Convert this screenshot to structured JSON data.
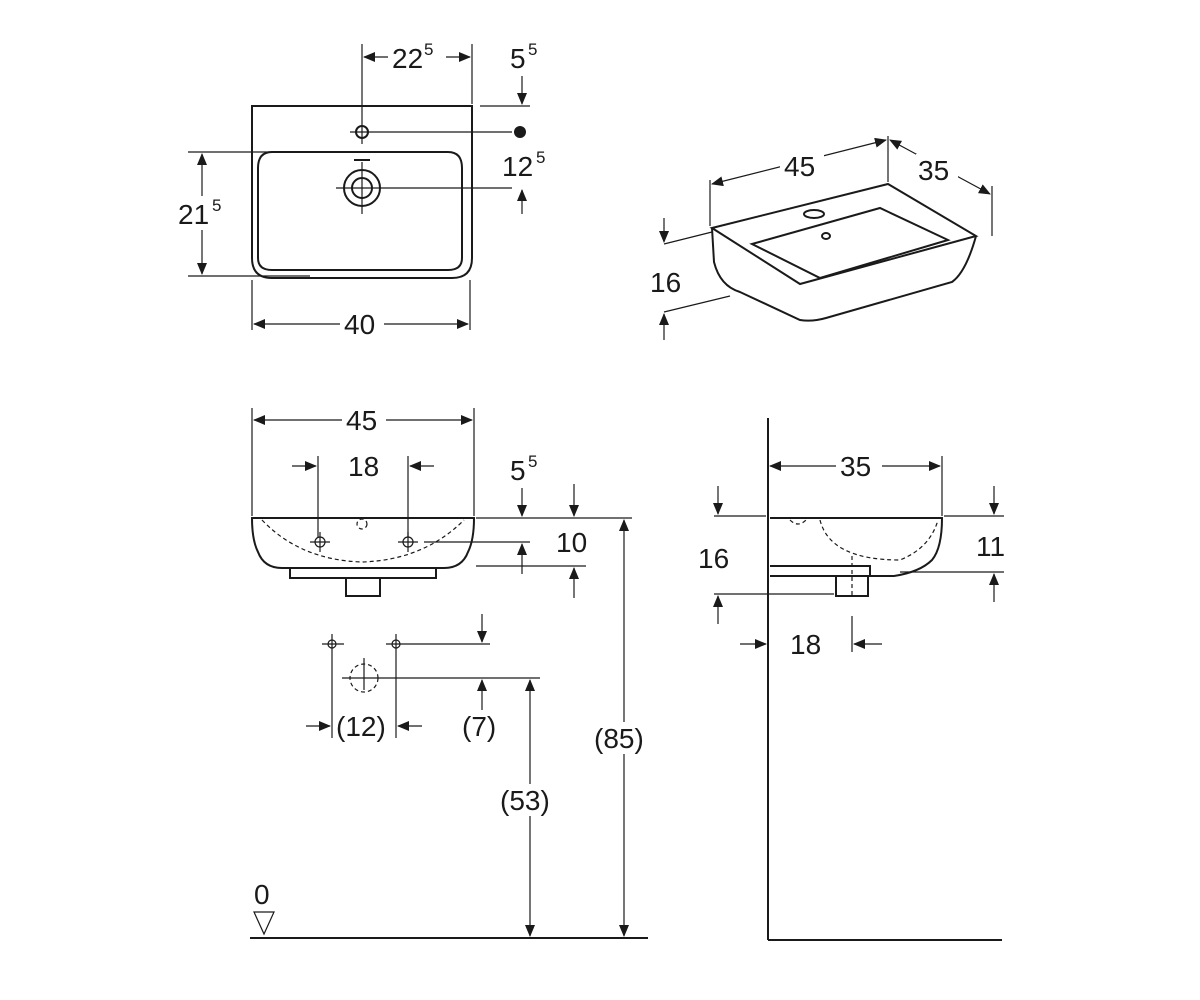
{
  "top_view": {
    "dim_22_main": "22",
    "dim_22_sup": "5",
    "dim_5_main": "5",
    "dim_5_sup": "5",
    "dim_12_main": "12",
    "dim_12_sup": "5",
    "dim_21_main": "21",
    "dim_21_sup": "5",
    "dim_40": "40"
  },
  "iso_view": {
    "dim_45": "45",
    "dim_35": "35",
    "dim_16": "16"
  },
  "front_view": {
    "dim_45": "45",
    "dim_18": "18",
    "dim_5_main": "5",
    "dim_5_sup": "5",
    "dim_10": "10",
    "dim_12": "(12)",
    "dim_7": "(7)",
    "dim_53": "(53)",
    "dim_85": "(85)",
    "floor_label": "0"
  },
  "side_view": {
    "dim_35": "35",
    "dim_16": "16",
    "dim_11": "11",
    "dim_18": "18"
  }
}
